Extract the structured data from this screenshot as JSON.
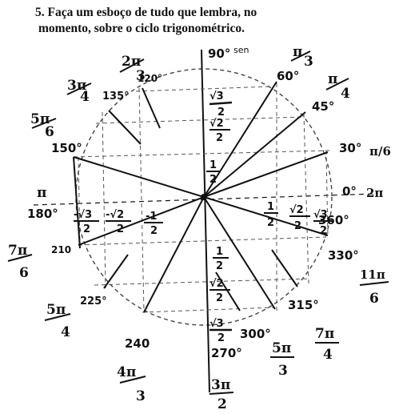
{
  "question": {
    "line1": "5. Faça um esboço de tudo que lembra, no",
    "line2": "momento, sobre o ciclo trigonométrico."
  },
  "sketch": {
    "degrees": {
      "d0": "0°",
      "d30": "30°",
      "d45": "45°",
      "d60": "60°",
      "d90": "90°",
      "d120": "120°",
      "d135": "135°",
      "d150": "150°",
      "d180": "180°",
      "d210": "210",
      "d225": "225°",
      "d240": "240",
      "d270": "270°",
      "d300": "300°",
      "d315": "315°",
      "d330": "330°",
      "d360": "360°"
    },
    "radians": {
      "r_pi_3_num": "π",
      "r_pi_3_den": "3",
      "r_pi_4_num": "π",
      "r_pi_4_den": "4",
      "r_pi_6": "π/6",
      "r_2pi": "2π",
      "r_2pi_3_num": "2π",
      "r_2pi_3_den": "3",
      "r_3pi_4_num": "3π",
      "r_3pi_4_den": "4",
      "r_5pi_6_num": "5π",
      "r_5pi_6_den": "6",
      "r_pi": "π",
      "r_7pi_6_num": "7π",
      "r_7pi_6_den": "6",
      "r_5pi_4_num": "5π",
      "r_5pi_4_den": "4",
      "r_4pi_3_num": "4π",
      "r_4pi_3_den": "3",
      "r_3pi_2_num": "3π",
      "r_3pi_2_den": "2",
      "r_5pi_3_num": "5π",
      "r_5pi_3_den": "3",
      "r_7pi_4_num": "7π",
      "r_7pi_4_den": "4",
      "r_11pi_6_num": "11π",
      "r_11pi_6_den": "6"
    },
    "values": {
      "sqrt3": "√3",
      "sqrt2": "√2",
      "one": "1",
      "two": "2",
      "neg_sqrt3": "-√3",
      "neg_sqrt2": "-√2",
      "neg_one": "-1",
      "neg": "-",
      "sen": "sen"
    }
  }
}
